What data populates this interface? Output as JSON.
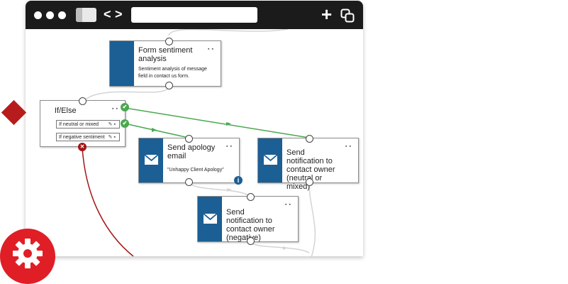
{
  "browser": {
    "nav_back": "<",
    "nav_forward": ">",
    "url": "",
    "new_tab": "+"
  },
  "colors": {
    "node_band": "#1b5f95",
    "ifelse_diamond": "#b71c1c",
    "success_wire": "#4aa84f",
    "error_wire": "#a31515",
    "gear_badge": "#e01e26"
  },
  "icons": [
    "minus-icon",
    "plus-icon",
    "copy-icon",
    "document-icon",
    "trash-icon",
    "edit-icon",
    "envelope-icon",
    "check-icon",
    "x-icon",
    "info-icon",
    "gear-icon"
  ],
  "nodes": {
    "sentiment": {
      "title": "Form sentiment analysis",
      "description": "Sentiment analysis of message field in contact us form."
    },
    "ifelse": {
      "title": "If/Else",
      "conditions": [
        "If neutral or mixed",
        "If negative sentiment"
      ]
    },
    "apology": {
      "title": "Send apology email",
      "description": "\"Unhappy Client Apology\""
    },
    "notify_neutral": {
      "title": "Send notification to contact owner (neutral or mixed)"
    },
    "notify_negative": {
      "title": "Send notification to contact owner (negative)"
    }
  },
  "badges": {
    "check": "✔",
    "error": "✕",
    "info": "i"
  }
}
